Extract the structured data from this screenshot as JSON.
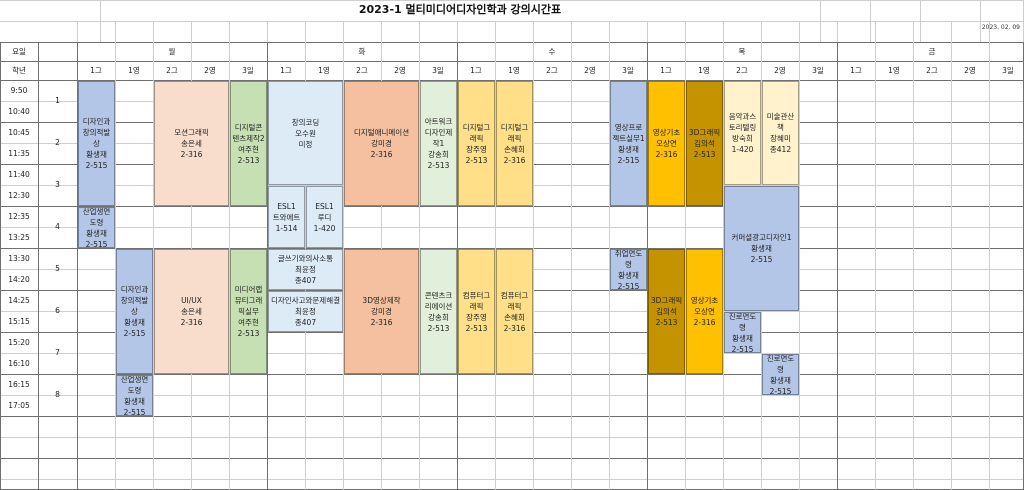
{
  "title": "2023-1 멀티미디어디자인학과 강의시간표",
  "date": "2023. 02. 09",
  "header": {
    "yoil_label": "요일",
    "hakyeon_label": "학년",
    "days": [
      "월",
      "화",
      "수",
      "목",
      "금"
    ],
    "grades": [
      "1그",
      "1영",
      "2그",
      "2영",
      "3일"
    ]
  },
  "times": [
    "9:50",
    "10:40",
    "10:45",
    "11:35",
    "11:40",
    "12:30",
    "12:35",
    "13:25",
    "13:30",
    "14:20",
    "14:25",
    "15:15",
    "15:20",
    "16:10",
    "16:15",
    "17:05"
  ],
  "periods": [
    "1",
    "2",
    "3",
    "4",
    "5",
    "6",
    "7",
    "8"
  ],
  "colors": {
    "blue": "#b4c6e7",
    "peach": "#f8dccc",
    "green": "#c6e0b4",
    "lightblue": "#ddebf7",
    "salmon": "#f4c0a0",
    "palegreen": "#e2efda",
    "yellow": "#ffe089",
    "gold": "#ffc000",
    "darkgold": "#c59300",
    "cream": "#fff2cc",
    "gridline": "#cfcfcf"
  },
  "courses": [
    {
      "text": "디자인과\n창의적발\n상\n황생재\n2-515",
      "color": "blue",
      "col": 0,
      "r0": 0,
      "r1": 3
    },
    {
      "text": "산업생면\n도령\n황생재\n2-515",
      "color": "blue",
      "col": 0,
      "r0": 3,
      "r1": 4
    },
    {
      "text": "모션그래픽\n송은세\n2-316",
      "color": "peach",
      "col": 2,
      "r0": 0,
      "r1": 3,
      "span": 2
    },
    {
      "text": "디지털콘\n텐츠제작2\n여주현\n2-513",
      "color": "green",
      "col": 4,
      "r0": 0,
      "r1": 3
    },
    {
      "text": "디자인과\n창의적발\n상\n황생재\n2-515",
      "color": "blue",
      "col": 1,
      "r0": 4,
      "r1": 7
    },
    {
      "text": "산업생면\n도령\n황생재\n2-515",
      "color": "blue",
      "col": 1,
      "r0": 7,
      "r1": 8
    },
    {
      "text": "UI/UX\n송은세\n2-316",
      "color": "peach",
      "col": 2,
      "r0": 4,
      "r1": 7,
      "span": 2
    },
    {
      "text": "미디어랩\n뮤티그래\n픽실무\n여주현\n2-513",
      "color": "green",
      "col": 4,
      "r0": 4,
      "r1": 7
    },
    {
      "text": "창의코딩\n오수원\n미정",
      "color": "lightblue",
      "col": 5,
      "r0": 0,
      "r1": 2.5,
      "span": 2
    },
    {
      "text": "ESL1\n트와에트\n1-514",
      "color": "lightblue",
      "col": 5,
      "r0": 2.5,
      "r1": 4
    },
    {
      "text": "ESL1\n루디\n1-420",
      "color": "lightblue",
      "col": 6,
      "r0": 2.5,
      "r1": 4
    },
    {
      "text": "디지털애니메이션\n강미경\n2-316",
      "color": "salmon",
      "col": 7,
      "r0": 0,
      "r1": 3,
      "span": 2
    },
    {
      "text": "아트워크\n디자인제\n작1\n강송희\n2-513",
      "color": "palegreen",
      "col": 9,
      "r0": 0,
      "r1": 3
    },
    {
      "text": "글쓰기와의사소통\n최윤정\n종407",
      "color": "lightblue",
      "col": 5,
      "r0": 4,
      "r1": 5,
      "span": 2
    },
    {
      "text": "디자인사고와문제해결\n최윤정\n종407",
      "color": "lightblue",
      "col": 5,
      "r0": 5,
      "r1": 6,
      "span": 2
    },
    {
      "text": "3D영상제작\n강미경\n2-316",
      "color": "salmon",
      "col": 7,
      "r0": 4,
      "r1": 7,
      "span": 2
    },
    {
      "text": "콘텐츠크\n리에이션\n강송희\n2-513",
      "color": "palegreen",
      "col": 9,
      "r0": 4,
      "r1": 7
    },
    {
      "text": "디지털그\n래픽\n장주영\n2-513",
      "color": "yellow",
      "col": 10,
      "r0": 0,
      "r1": 3
    },
    {
      "text": "디지털그\n래픽\n손혜희\n2-316",
      "color": "yellow",
      "col": 11,
      "r0": 0,
      "r1": 3
    },
    {
      "text": "영상프로\n젝트실무1\n황생재\n2-515",
      "color": "blue",
      "col": 14,
      "r0": 0,
      "r1": 3
    },
    {
      "text": "컴퓨터그\n래픽\n장주영\n2-513",
      "color": "yellow",
      "col": 10,
      "r0": 4,
      "r1": 7
    },
    {
      "text": "컴퓨터그\n래픽\n손혜희\n2-316",
      "color": "yellow",
      "col": 11,
      "r0": 4,
      "r1": 7
    },
    {
      "text": "취업면도\n령\n황생재\n2-515",
      "color": "blue",
      "col": 14,
      "r0": 4,
      "r1": 5
    },
    {
      "text": "영상기초\n오상연\n2-316",
      "color": "gold",
      "col": 15,
      "r0": 0,
      "r1": 3
    },
    {
      "text": "3D그래픽\n김의석\n2-513",
      "color": "darkgold",
      "col": 16,
      "r0": 0,
      "r1": 3
    },
    {
      "text": "3D그래픽\n김의석\n2-513",
      "color": "darkgold",
      "col": 15,
      "r0": 4,
      "r1": 7
    },
    {
      "text": "영상기초\n오상연\n2-316",
      "color": "gold",
      "col": 16,
      "r0": 4,
      "r1": 7
    },
    {
      "text": "음악과스\n토리텔링\n방숙희\n1-420",
      "color": "cream",
      "col": 17,
      "r0": 0,
      "r1": 2.5
    },
    {
      "text": "미술관산\n책\n장혜미\n종412",
      "color": "cream",
      "col": 18,
      "r0": 0,
      "r1": 2.5
    },
    {
      "text": "커머셜광고디자인1\n황생재\n2-515",
      "color": "blue",
      "col": 17,
      "r0": 2.5,
      "r1": 5.5,
      "span": 2
    },
    {
      "text": "진로면도\n령\n황생재\n2-515",
      "color": "blue",
      "col": 17,
      "r0": 5.5,
      "r1": 6.5
    },
    {
      "text": "진로면도\n령\n황생재\n2-515",
      "color": "blue",
      "col": 18,
      "r0": 6.5,
      "r1": 7.5
    }
  ]
}
